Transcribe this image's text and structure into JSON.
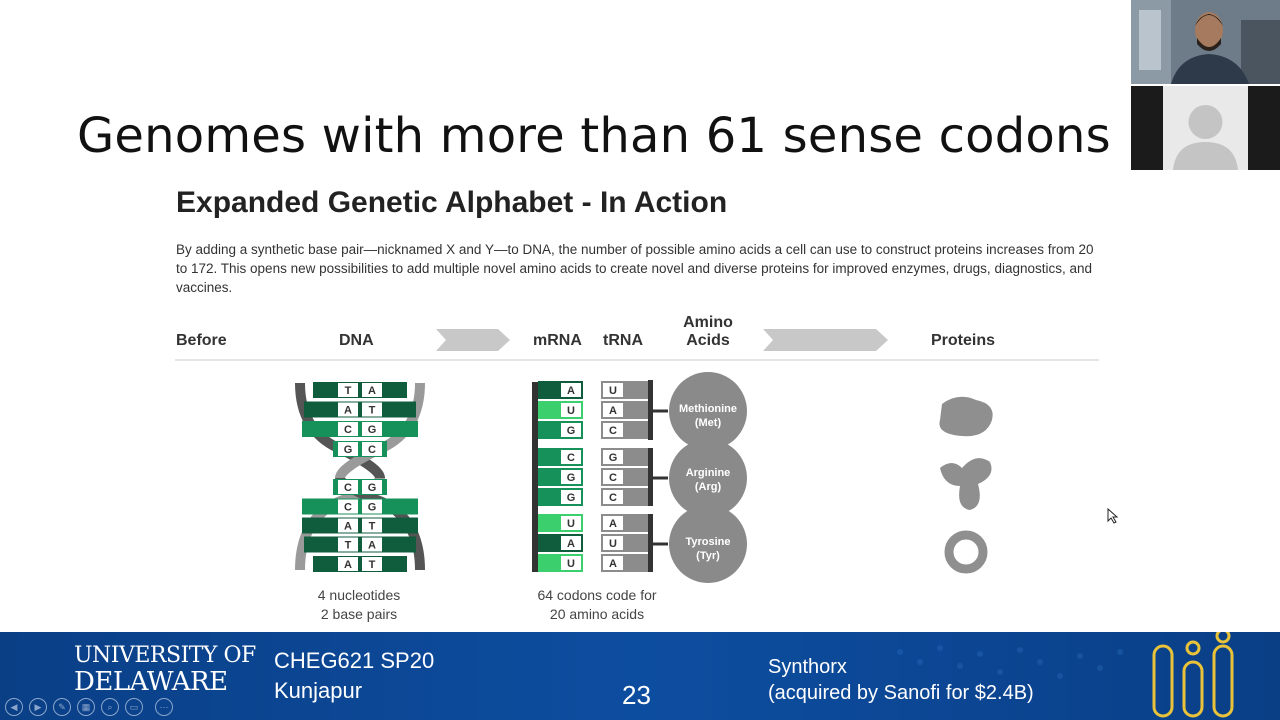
{
  "slide": {
    "title": "Genomes with more than 61 sense codons"
  },
  "figure": {
    "title": "Expanded Genetic Alphabet - In Action",
    "description": "By adding a synthetic base pair—nicknamed X and Y—to DNA, the number of possible amino acids a cell can use to construct proteins increases from 20 to 172. This opens new possibilities to add multiple novel amino acids to create novel and diverse proteins for improved enzymes, drugs, diagnostics, and vaccines.",
    "headers": {
      "before": "Before",
      "dna": "DNA",
      "mrna": "mRNA",
      "trna": "tRNA",
      "amino": "Amino Acids",
      "proteins": "Proteins"
    },
    "dna_pairs": [
      [
        "T",
        "A"
      ],
      [
        "A",
        "T"
      ],
      [
        "C",
        "G"
      ],
      [
        "G",
        "C"
      ],
      [
        "C",
        "G"
      ],
      [
        "C",
        "G"
      ],
      [
        "A",
        "T"
      ],
      [
        "T",
        "A"
      ],
      [
        "A",
        "T"
      ]
    ],
    "mrna": [
      "A",
      "U",
      "G",
      "C",
      "G",
      "G",
      "U",
      "A",
      "U"
    ],
    "trna": [
      "U",
      "A",
      "C",
      "G",
      "C",
      "C",
      "A",
      "U",
      "A"
    ],
    "amino_acids": [
      {
        "name": "Methionine",
        "abbr": "(Met)"
      },
      {
        "name": "Arginine",
        "abbr": "(Arg)"
      },
      {
        "name": "Tyrosine",
        "abbr": "(Tyr)"
      }
    ],
    "dna_caption": [
      "4 nucleotides",
      "2 base pairs"
    ],
    "mrna_caption": [
      "64 codons code for",
      "20 amino acids"
    ],
    "colors": {
      "dark_green": "#0f5d3c",
      "mid_green": "#17915a",
      "light_green": "#3ccf6e",
      "gray": "#8c8c8c"
    }
  },
  "footer": {
    "university_line1": "UNIVERSITY OF",
    "university_line2": "DELAWARE",
    "course": "CHEG621 SP20",
    "instructor": "Kunjapur",
    "page_number": "23",
    "company": "Synthorx",
    "company_note": "(acquired by Sanofi for $2.4B)"
  }
}
